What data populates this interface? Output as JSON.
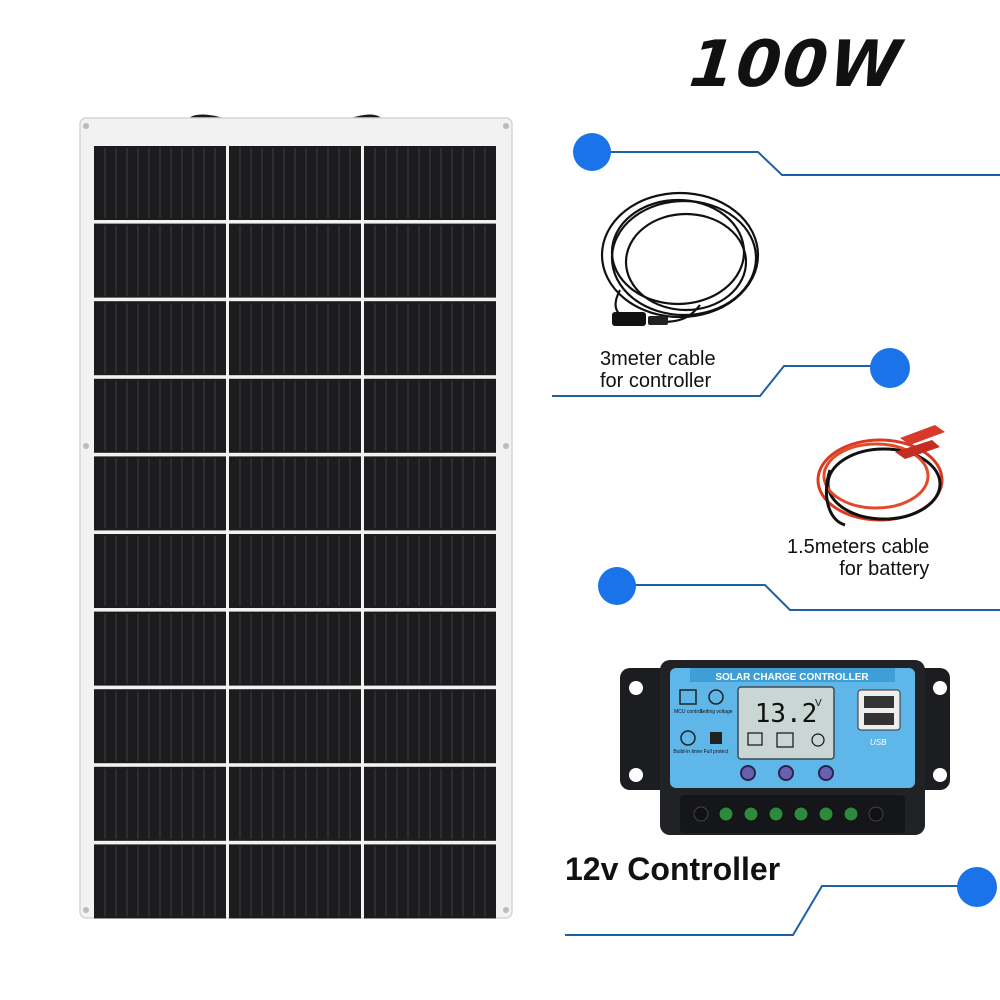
{
  "title": "100W",
  "labels": {
    "controller_cable_line1": "3meter cable",
    "controller_cable_line2": "for controller",
    "battery_cable_line1": "1.5meters cable",
    "battery_cable_line2": "for battery",
    "controller": "12v Controller"
  },
  "controller_device": {
    "header": "SOLAR CHARGE CONTROLLER",
    "display_value": "13.2",
    "display_unit": "V",
    "icon_labels": [
      "MCU control",
      "Setting voltage",
      "Build-in timer",
      "Full protect"
    ],
    "usb_label": "USB"
  },
  "colors": {
    "accent_dot": "#1a73e8",
    "line": "#1f5fa8",
    "panel_cell": "#1c1c1e",
    "panel_frame": "#f2f2f2",
    "controller_blue": "#5fb6e8",
    "controller_body": "#202226"
  }
}
